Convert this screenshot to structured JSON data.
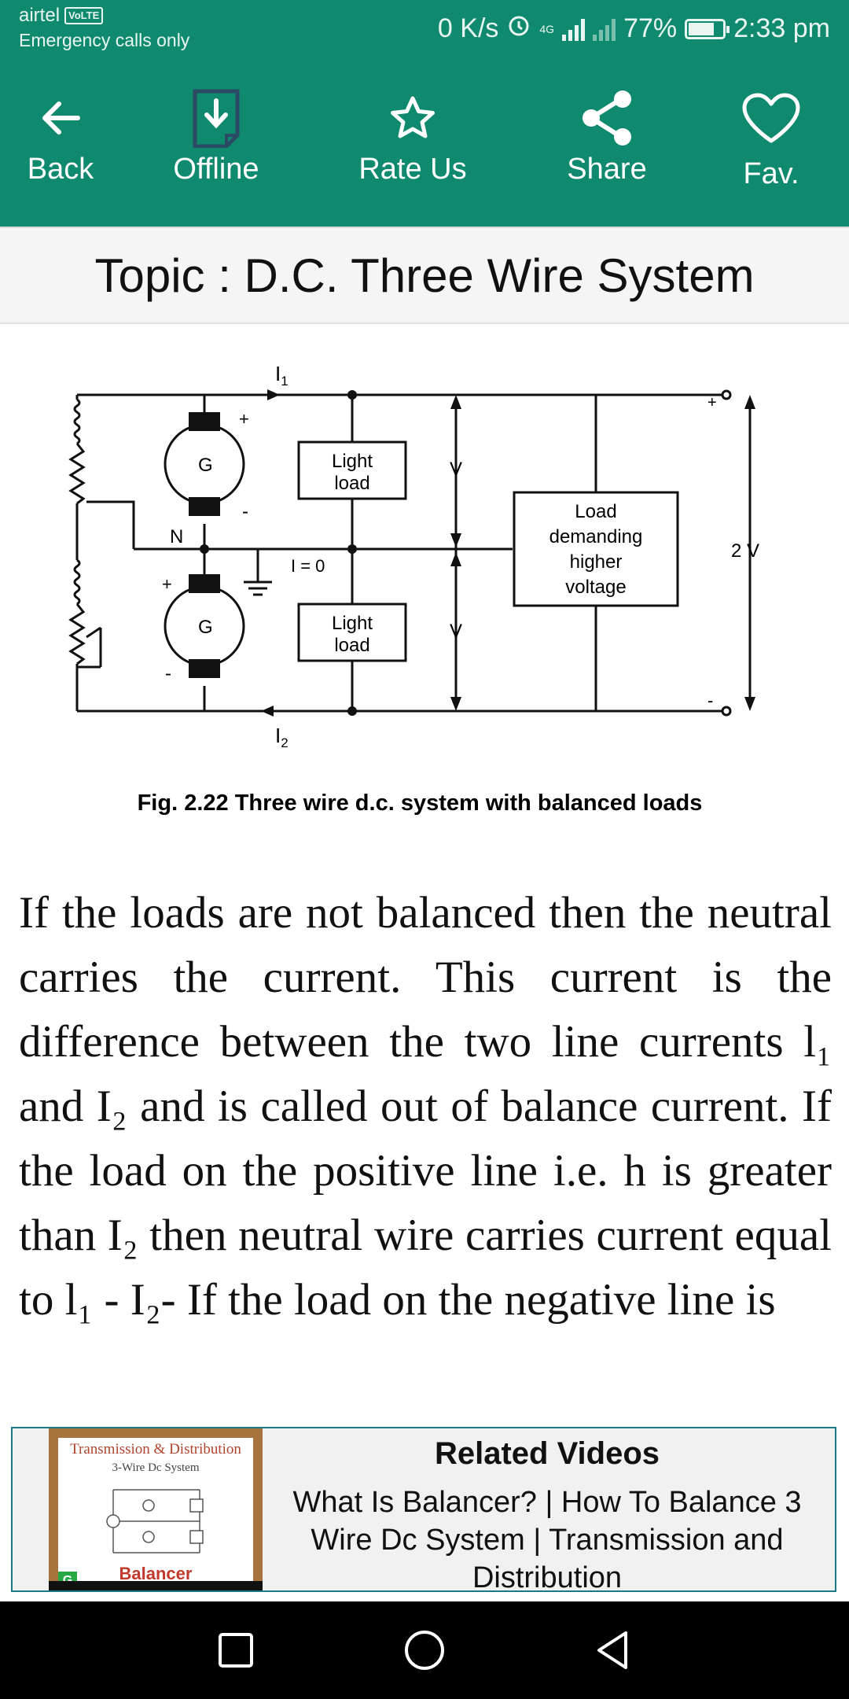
{
  "status_bar": {
    "carrier": "airtel",
    "volte": "VoLTE",
    "emergency": "Emergency calls only",
    "speed": "0 K/s",
    "network": "4G",
    "battery": "77%",
    "battery_level": 0.77,
    "time": "2:33 pm"
  },
  "toolbar": {
    "back": "Back",
    "offline": "Offline",
    "rate": "Rate Us",
    "share": "Share",
    "fav": "Fav."
  },
  "topic": {
    "title": "Topic : D.C. Three Wire System"
  },
  "figure": {
    "i1": "I",
    "i1_sub": "1",
    "i2": "I",
    "i2_sub": "2",
    "g_top": "G",
    "g_bottom": "G",
    "neutral": "N",
    "plus": "+",
    "minus": "-",
    "light_load_line1": "Light",
    "light_load_line2": "load",
    "i_zero": "I = 0",
    "v": "V",
    "big_load": [
      "Load",
      "demanding",
      "higher",
      "voltage"
    ],
    "two_v": "2 V",
    "caption": "Fig. 2.22 Three wire d.c. system with balanced loads"
  },
  "article": {
    "text": "If the loads are not balanced then the neutral carries the current. This current is the difference between the two line currents l₁ and I₂ and is called out of balance current. If the load on the positive line i.e. h is greater than I₂ then neutral wire carries current equal to l₁ - I₂- If the load on the negative line is"
  },
  "related": {
    "heading": "Related Videos",
    "video_title": "What Is Balancer? | How To Balance 3 Wire Dc System | Transmission and Distribution",
    "thumb_title": "Transmission & Distribution",
    "thumb_sub": "3-Wire Dc System",
    "thumb_caption": "Balancer",
    "thumb_badge": "G"
  },
  "colors": {
    "toolbar": "#0f8a6f",
    "border": "#1b7a84"
  }
}
